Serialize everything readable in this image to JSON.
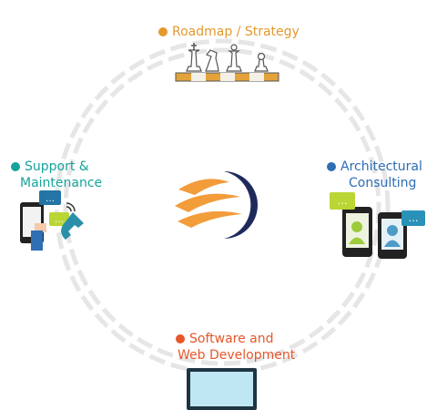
{
  "colors": {
    "roadmap": "#e39a2d",
    "support": "#16a39a",
    "architecture": "#2e6db4",
    "software": "#e5572a",
    "ring": "#e5e5e5",
    "logo_orange": "#f39c3a",
    "logo_navy": "#1f2a5c"
  },
  "roadmap": {
    "label": "Roadmap / Strategy",
    "icon": "chess-pieces-icon"
  },
  "support": {
    "line1": "Support &",
    "line2": "Maintenance",
    "icon": "phone-support-icon"
  },
  "architecture": {
    "line1": "Architectural",
    "line2": "Consulting",
    "icon": "mobile-chat-icon"
  },
  "software": {
    "line1": "Software and",
    "line2": "Web Development",
    "icon": "monitor-icon"
  },
  "logo": {
    "icon": "company-logo-icon"
  }
}
